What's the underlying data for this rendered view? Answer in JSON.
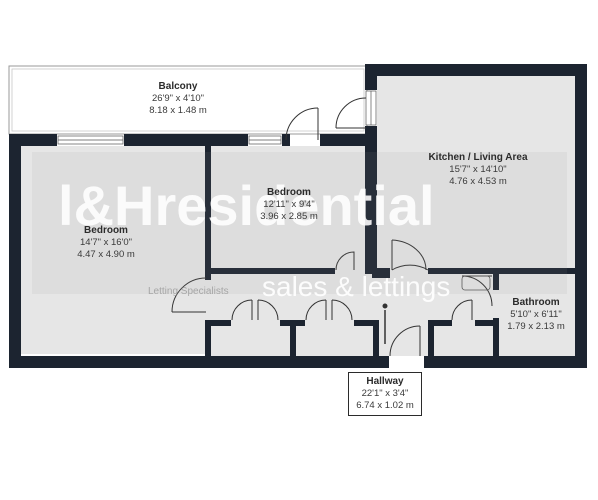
{
  "rooms": {
    "balcony": {
      "name": "Balcony",
      "imperial": "26'9\" x 4'10\"",
      "metric": "8.18 x 1.48 m"
    },
    "kitchen": {
      "name": "Kitchen / Living Area",
      "imperial": "15'7\" x 14'10\"",
      "metric": "4.76 x 4.53 m"
    },
    "bedroom2": {
      "name": "Bedroom",
      "imperial": "12'11\" x 9'4\"",
      "metric": "3.96 x 2.85 m"
    },
    "bedroom1": {
      "name": "Bedroom",
      "imperial": "14'7\" x 16'0\"",
      "metric": "4.47 x 4.90 m"
    },
    "bathroom": {
      "name": "Bathroom",
      "imperial": "5'10\" x 6'11\"",
      "metric": "1.79 x 2.13 m"
    },
    "hallway": {
      "name": "Hallway",
      "imperial": "22'1\" x 3'4\"",
      "metric": "6.74 x 1.02 m"
    }
  },
  "watermark": {
    "brand": "&Hresidential",
    "brand_prefix": "l",
    "tagline": "sales & lettings",
    "small": "Letting Specialists"
  },
  "colors": {
    "wall": "#1c2430",
    "floor": "#e6e6e6",
    "balcony_floor": "#ffffff"
  }
}
